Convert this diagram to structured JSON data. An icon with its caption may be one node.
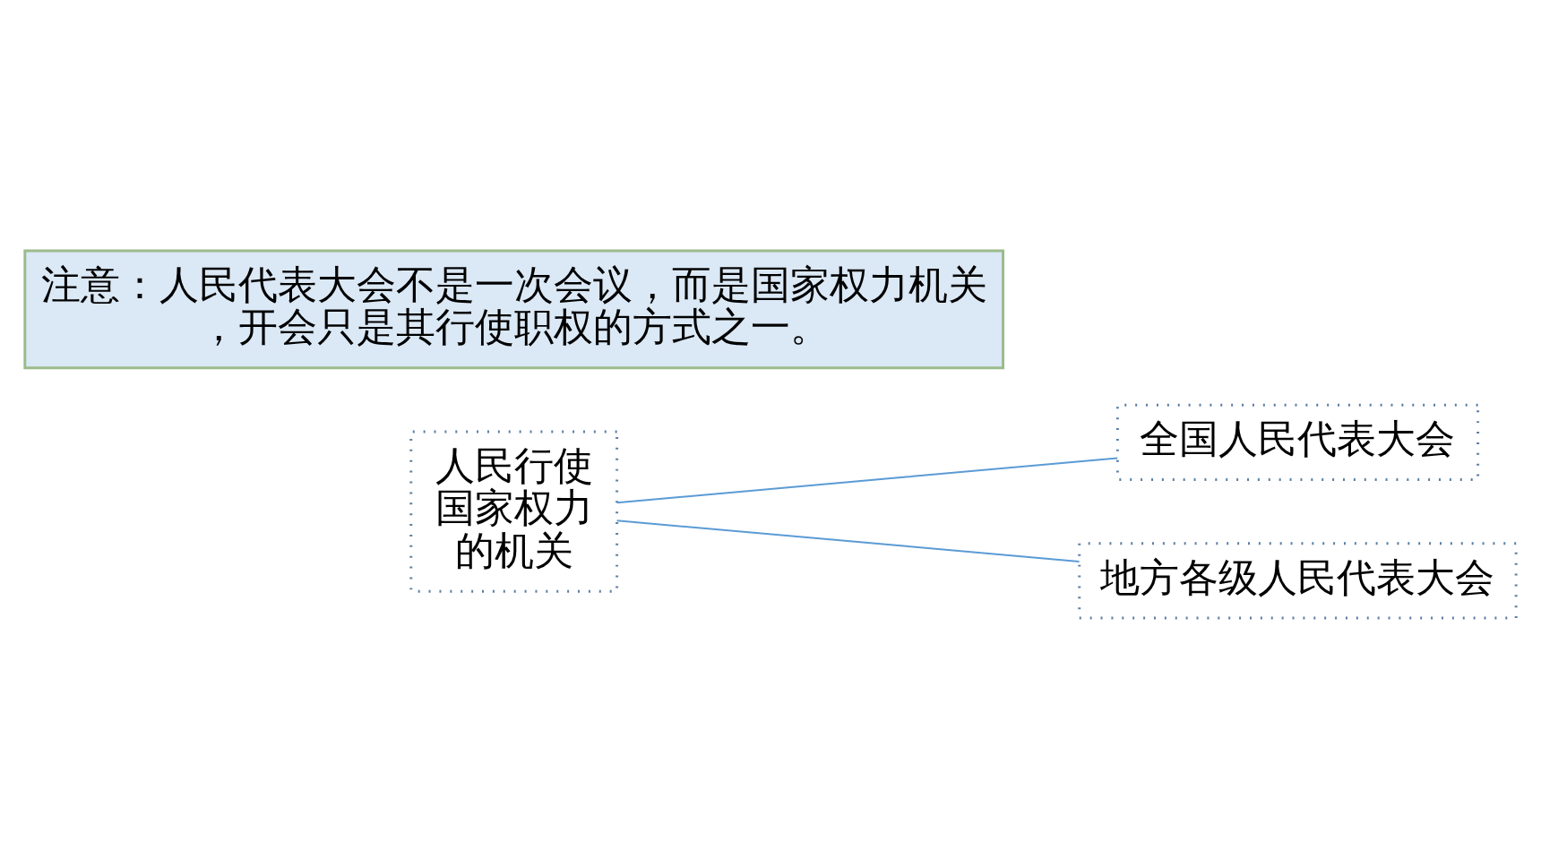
{
  "diagram": {
    "nodes": [
      {
        "text": [
          "人民行使国家权力的机关"
        ]
      },
      {
        "text": [
          "全国人民代表大会"
        ]
      },
      {
        "text": [
          "地方各级人民代表大会"
        ]
      },
      {
        "text": [
          "注意：人民代表大会不是一次会议，而是国家权力机关，开会只是其行使职权的方式之一。"
        ]
      }
    ],
    "edges": [
      {
        "from": 0,
        "to": 1,
        "arrow": "none"
      },
      {
        "from": 0,
        "to": 2,
        "arrow": "none"
      }
    ]
  }
}
